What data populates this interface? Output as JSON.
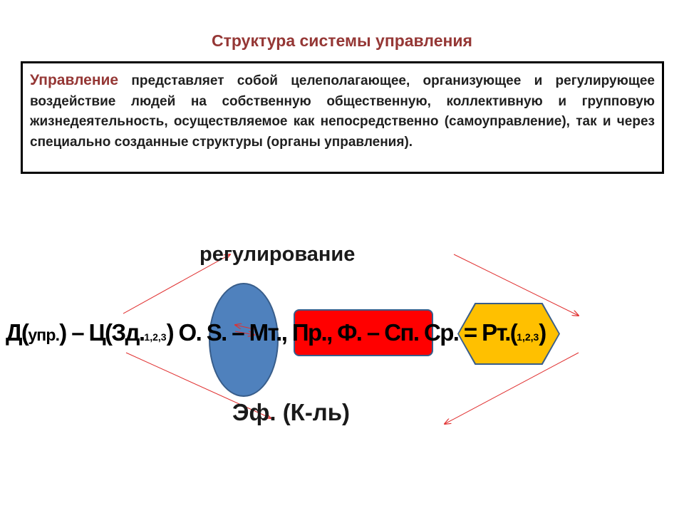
{
  "slide": {
    "title": "Структура системы управления"
  },
  "definition": {
    "term": "Управление",
    "text": "представляет собой целеполагающее, организующее и регулирующее воздействие людей на собственную общественную, коллективную и групповую жизнедеятельность, осуществляемое как непосредственно (самоуправление), так и через специально созданные структуры (органы управления)."
  },
  "diagram": {
    "label_top": "регулирование",
    "label_bottom": "Эф. (К-ль)",
    "formula": {
      "part1": "Д(",
      "part2": "упр.",
      "part3": ") – Ц(Зд.",
      "sub1": "1,2,3",
      "part4": ") О. S. – Мт., Пр., Ф. – Сп. Ср. = Рт.(",
      "sub2": "1,2,3",
      "part5": ")"
    },
    "colors": {
      "ellipse": "#4f81bd",
      "rectangle": "#ff0000",
      "hexagon": "#ffc000",
      "shape_border": "#385d8a",
      "arrows": "#e03030",
      "accent_text": "#953735"
    }
  }
}
